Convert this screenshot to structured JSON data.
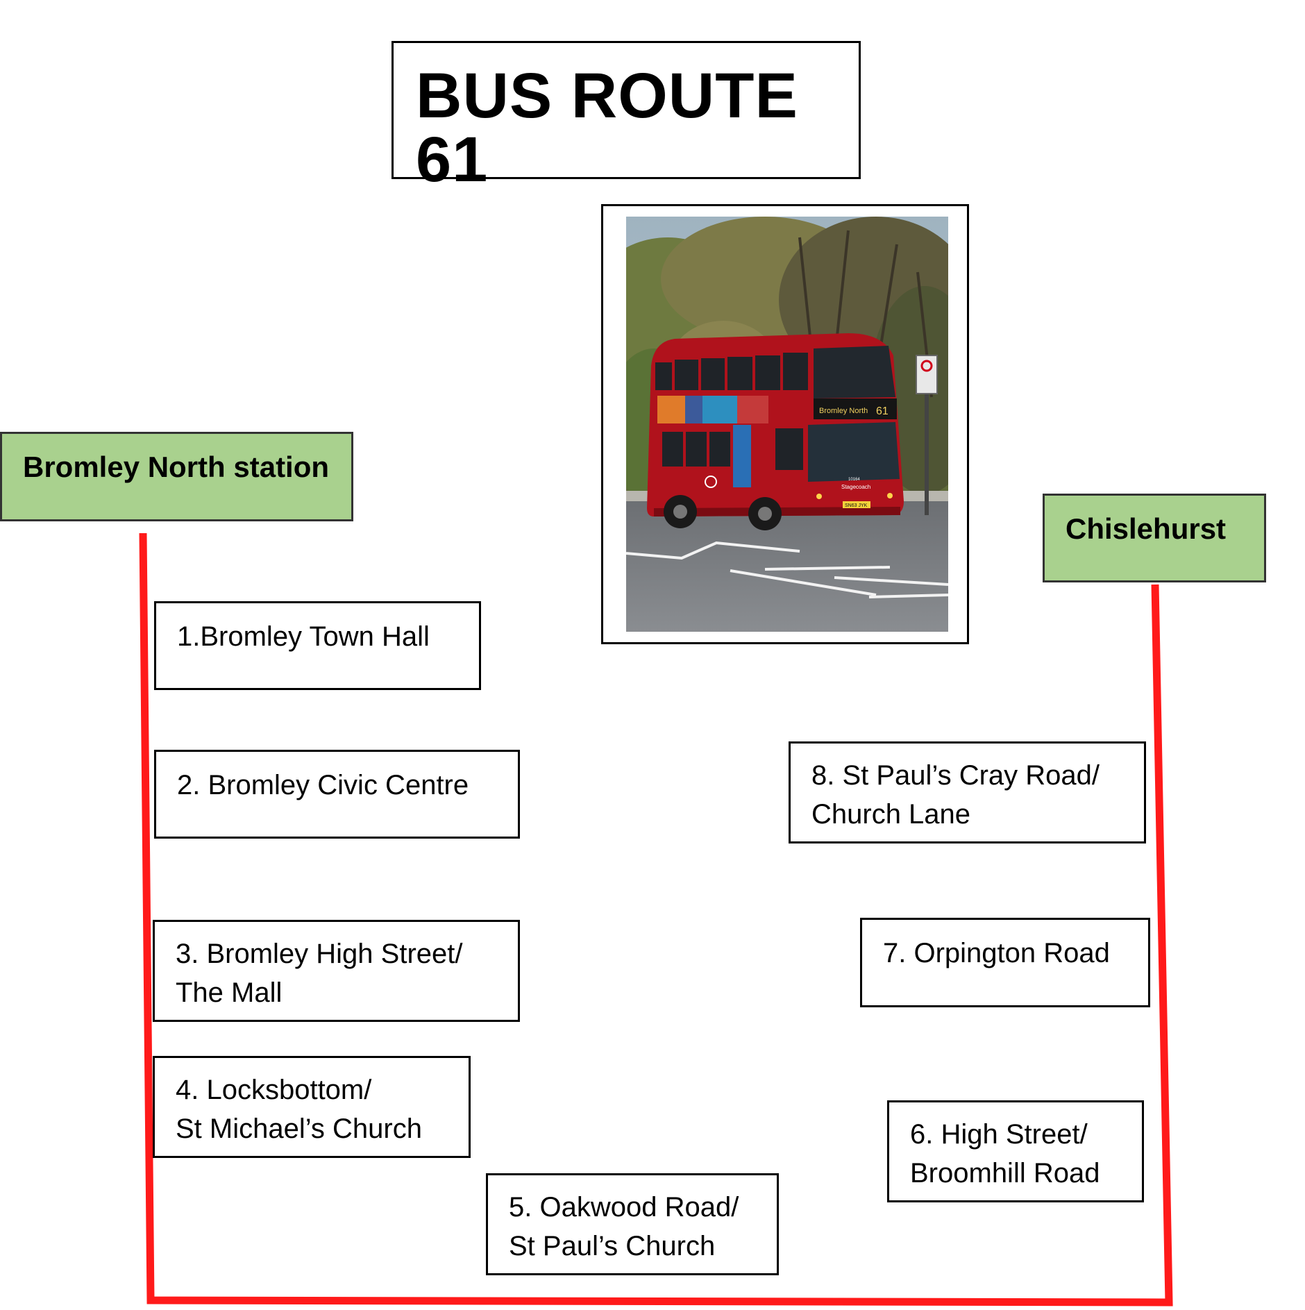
{
  "title": "BUS ROUTE 61",
  "colors": {
    "route_line": "#ff1a1a",
    "terminal_fill": "#a9d18e"
  },
  "terminals": {
    "start": "Bromley North station",
    "end": "Chislehurst"
  },
  "stops": [
    {
      "number": 1,
      "lines": [
        "1.Bromley Town Hall"
      ]
    },
    {
      "number": 2,
      "lines": [
        "2. Bromley Civic Centre"
      ]
    },
    {
      "number": 3,
      "lines": [
        "3. Bromley High Street/",
        "The Mall"
      ]
    },
    {
      "number": 4,
      "lines": [
        "4. Locksbottom/",
        "St Michael’s Church"
      ]
    },
    {
      "number": 5,
      "lines": [
        "5. Oakwood Road/",
        "St Paul’s Church"
      ]
    },
    {
      "number": 6,
      "lines": [
        "6. High Street/",
        "Broomhill Road"
      ]
    },
    {
      "number": 7,
      "lines": [
        "7. Orpington Road"
      ]
    },
    {
      "number": 8,
      "lines": [
        "8. St Paul’s Cray Road/",
        "Church Lane"
      ]
    }
  ],
  "bus": {
    "destination_display": "Bromley North",
    "route_display": "61",
    "operator": "Stagecoach",
    "fleet_number": "10164",
    "registration": "SN63 JYK"
  }
}
